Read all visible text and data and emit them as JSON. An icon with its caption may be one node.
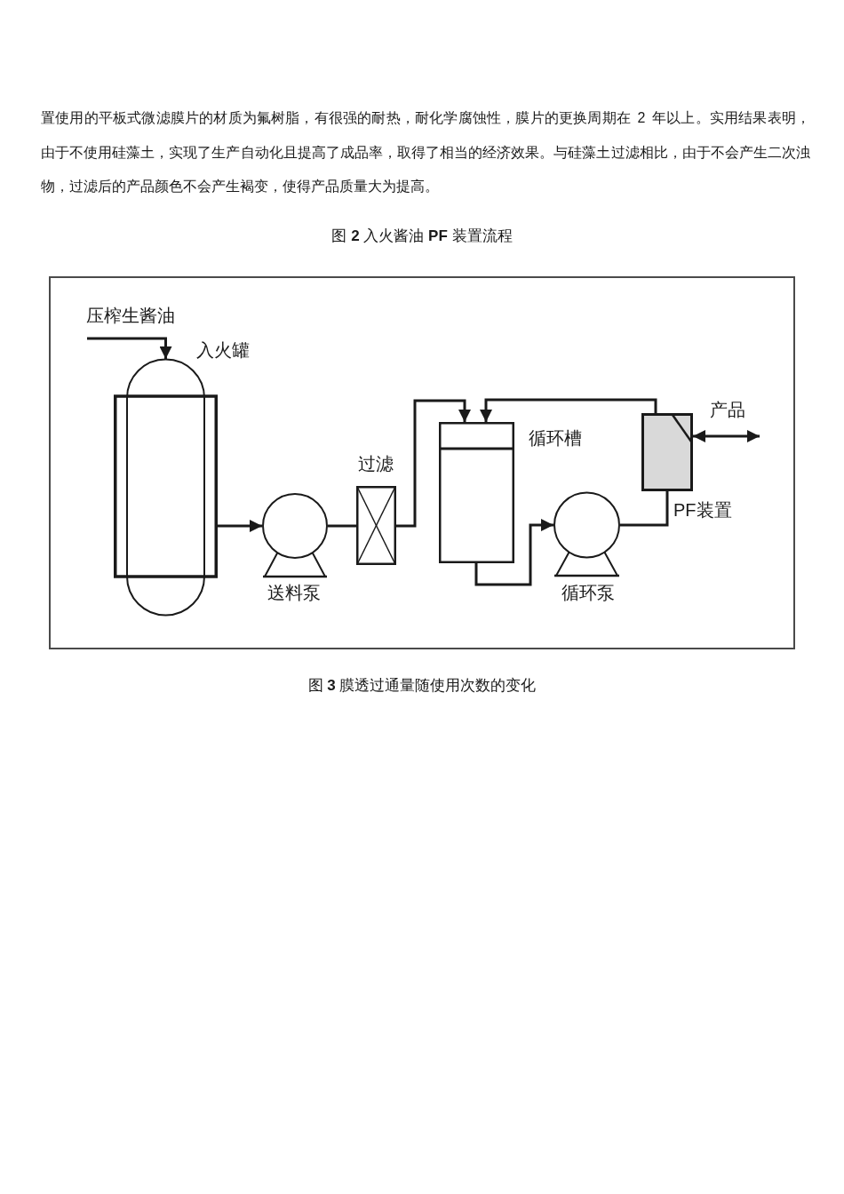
{
  "diagram": {
    "title": "图 **2** 入火酱油 **PF** 装置流程",
    "caption": "图 **3** 膜透过通量随使用次数的变化",
    "nodes": [
      {
        "text": [
          "压榨生酱油"
        ]
      },
      {
        "text": [
          "入火罐"
        ]
      },
      {
        "text": [
          "送料泵"
        ]
      },
      {
        "text": [
          "过滤"
        ]
      },
      {
        "text": [
          "循环槽"
        ]
      },
      {
        "text": [
          "循环泵"
        ]
      },
      {
        "text": [
          "PF装置"
        ]
      }
    ],
    "edges": [
      {
        "from": 0,
        "to": 1,
        "arrow": "to"
      },
      {
        "from": 1,
        "to": 2,
        "arrow": "to"
      },
      {
        "from": 2,
        "to": 3,
        "arrow": "none"
      },
      {
        "from": 3,
        "to": 4,
        "arrow": "to"
      },
      {
        "from": 4,
        "to": 5,
        "arrow": "to"
      },
      {
        "from": 5,
        "to": 6,
        "arrow": "none"
      },
      {
        "from": 6,
        "to": 4,
        "arrow": "to"
      },
      {
        "from": 6,
        "to": null,
        "arrow": "both",
        "label": "产品"
      }
    ],
    "labels": [
      "置使用的平板式微滤膜片的材质为氟树脂，有很强的耐热，耐化学腐蚀性，膜片的更换周期在 2 年以上。实用结果表明，由于不使用硅藻土，实现了生产自动化且提高了成品率，取得了相当的经济效果。与硅藻土过滤相比，由于不会产生二次浊物，过滤后的产品颜色不会产生褐变，使得产品质量大为提高。"
    ]
  }
}
